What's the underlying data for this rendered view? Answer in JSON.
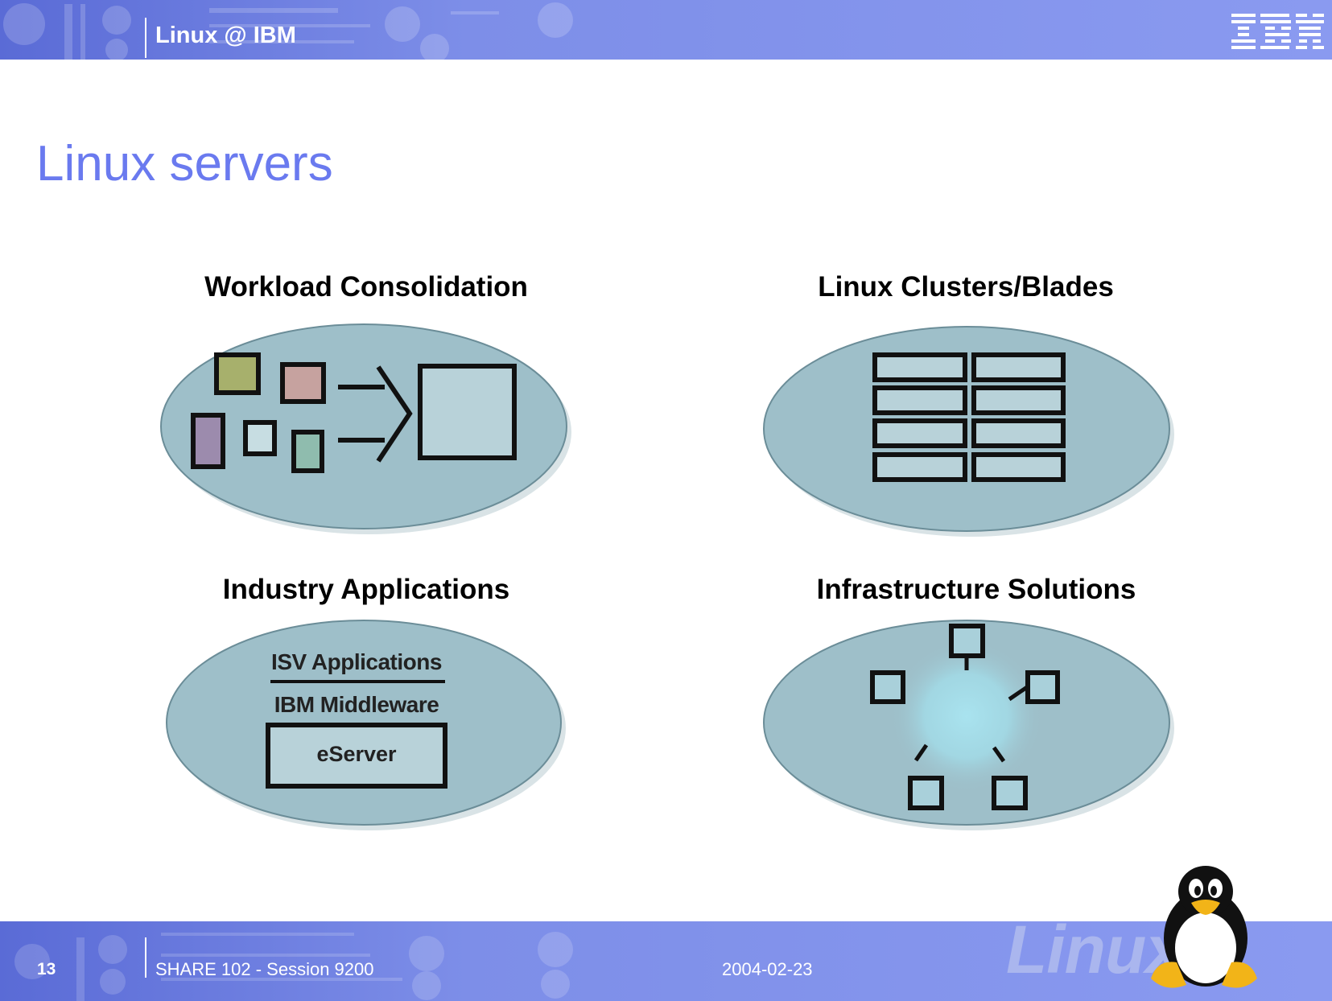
{
  "header": {
    "title": "Linux @ IBM",
    "logo": "IBM"
  },
  "slide": {
    "title": "Linux servers",
    "quadrants": [
      {
        "label": "Workload Consolidation",
        "icon": "consolidation-diagram"
      },
      {
        "label": "Linux Clusters/Blades",
        "icon": "cluster-grid-diagram"
      },
      {
        "label": "Industry Applications",
        "icon": "software-stack-diagram",
        "stack": {
          "top": "ISV Applications",
          "middle": "IBM Middleware",
          "bottom": "eServer"
        }
      },
      {
        "label": "Infrastructure Solutions",
        "icon": "network-hub-diagram"
      }
    ]
  },
  "footer": {
    "page_number": "13",
    "session": "SHARE 102 - Session 9200",
    "date": "2004-02-23",
    "wordmark": "Linux",
    "mascot": "tux-penguin-icon"
  },
  "colors": {
    "bar_blue": "#7d8ee8",
    "title_blue": "#6a7aef",
    "ellipse_fill": "#9ebfc9"
  }
}
